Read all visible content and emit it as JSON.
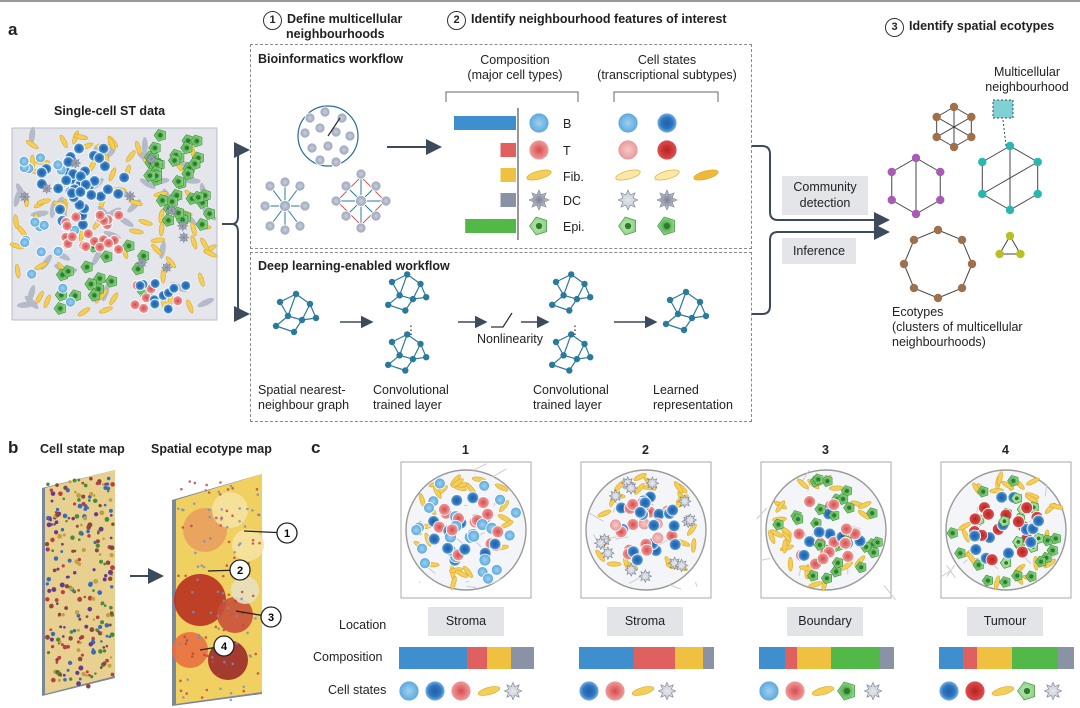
{
  "panel_a": {
    "letter": "a",
    "step1": {
      "num": "1",
      "title_line1": "Define multicellular",
      "title_line2": "neighbourhoods"
    },
    "step2": {
      "num": "2",
      "title": "Identify neighbourhood features of interest"
    },
    "step3": {
      "num": "3",
      "title": "Identify spatial ecotypes"
    },
    "input_label": "Single-cell ST data",
    "bio_workflow": {
      "title": "Bioinformatics workflow",
      "composition_line1": "Composition",
      "composition_line2": "(major cell types)",
      "cellstates_line1": "Cell states",
      "cellstates_line2": "(transcriptional subtypes)",
      "cell_types": [
        {
          "label": "B",
          "bar": 1.0,
          "color": "#3f8fcf"
        },
        {
          "label": "T",
          "bar": 0.25,
          "color": "#e06060"
        },
        {
          "label": "Fib.",
          "bar": 0.25,
          "color": "#f0c040"
        },
        {
          "label": "DC",
          "bar": 0.25,
          "color": "#8a92a6"
        },
        {
          "label": "Epi.",
          "bar": 0.82,
          "color": "#52b848"
        }
      ]
    },
    "dl_workflow": {
      "title": "Deep learning-enabled workflow",
      "step_labels": {
        "graph_line1": "Spatial nearest-",
        "graph_line2": "neighbour graph",
        "conv1_line1": "Convolutional",
        "conv1_line2": "trained layer",
        "nonlinearity": "Nonlinearity",
        "conv2_line1": "Convolutional",
        "conv2_line2": "trained layer",
        "learned_line1": "Learned",
        "learned_line2": "representation"
      }
    },
    "community_detection_line1": "Community",
    "community_detection_line2": "detection",
    "inference": "Inference",
    "multicellular_line1": "Multicellular",
    "multicellular_line2": "neighbourhood",
    "ecotypes_line1": "Ecotypes",
    "ecotypes_line2": "(clusters of multicellular",
    "ecotypes_line3": "neighbourhoods)"
  },
  "panel_b": {
    "letter": "b",
    "cell_state_map": "Cell state map",
    "spatial_ecotype_map": "Spatial ecotype map",
    "markers": [
      "1",
      "2",
      "3",
      "4"
    ]
  },
  "panel_c": {
    "letter": "c",
    "row_labels": {
      "location": "Location",
      "composition": "Composition",
      "cell_states": "Cell states"
    },
    "ecotypes": [
      {
        "num": "1",
        "location": "Stroma",
        "composition": [
          {
            "color": "#3f8fcf",
            "frac": 0.5
          },
          {
            "color": "#e06060",
            "frac": 0.15
          },
          {
            "color": "#f0c040",
            "frac": 0.18
          },
          {
            "color": "#8a92a6",
            "frac": 0.17
          }
        ]
      },
      {
        "num": "2",
        "location": "Stroma",
        "composition": [
          {
            "color": "#3f8fcf",
            "frac": 0.41
          },
          {
            "color": "#e06060",
            "frac": 0.3
          },
          {
            "color": "#f0c040",
            "frac": 0.21
          },
          {
            "color": "#8a92a6",
            "frac": 0.08
          }
        ]
      },
      {
        "num": "3",
        "location": "Boundary",
        "composition": [
          {
            "color": "#3f8fcf",
            "frac": 0.19
          },
          {
            "color": "#e06060",
            "frac": 0.09
          },
          {
            "color": "#f0c040",
            "frac": 0.25
          },
          {
            "color": "#52b848",
            "frac": 0.37
          },
          {
            "color": "#8a92a6",
            "frac": 0.1
          }
        ]
      },
      {
        "num": "4",
        "location": "Tumour",
        "composition": [
          {
            "color": "#3f8fcf",
            "frac": 0.18
          },
          {
            "color": "#e06060",
            "frac": 0.1
          },
          {
            "color": "#f0c040",
            "frac": 0.26
          },
          {
            "color": "#52b848",
            "frac": 0.34
          },
          {
            "color": "#8a92a6",
            "frac": 0.12
          }
        ]
      }
    ]
  },
  "colors": {
    "b_cell": "#3f8fcf",
    "t_cell": "#e06060",
    "fibroblast": "#f0c040",
    "dc": "#8a92a6",
    "epithelial": "#52b848",
    "graph_node": "#2a7a9b"
  }
}
